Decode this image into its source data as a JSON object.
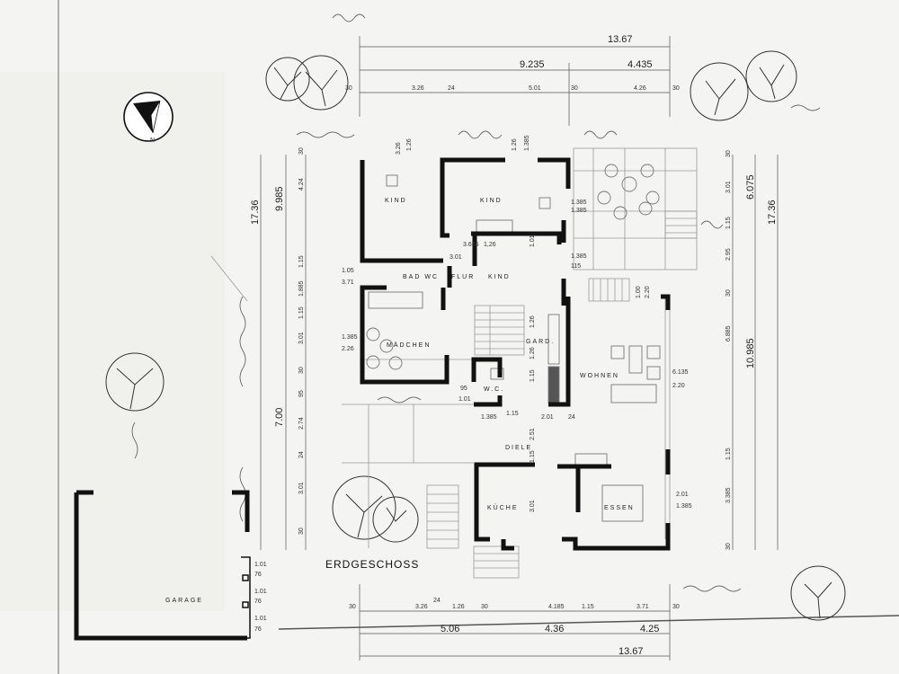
{
  "title": "ERDGESCHOSS",
  "north_label": "N",
  "rooms": {
    "kind_1": "KIND",
    "kind_2": "KIND",
    "kind_3": "KIND",
    "bad_wc": "BAD WC",
    "flur": "FLUR",
    "maedchen": "MÄDCHEN",
    "gard": "GARD.",
    "wohnen": "WOHNEN",
    "wc": "W.C.",
    "diele": "DIELE",
    "kueche": "KÜCHE",
    "essen": "ESSEN",
    "garage": "GARAGE"
  },
  "dims_top": {
    "total": "13.67",
    "left": "9.235",
    "right": "4.435",
    "segments": [
      "30",
      "3.26",
      "24",
      "5.01",
      "30",
      "4.26",
      "30"
    ]
  },
  "dims_bottom": {
    "segments": [
      "30",
      "3.26",
      "24",
      "1.26",
      "30",
      "4.185",
      "1.15",
      "3.71",
      "30"
    ],
    "mid": [
      "5.06",
      "4.36",
      "4.25"
    ],
    "total": "13.67"
  },
  "dims_left": {
    "total": "17.36",
    "upper": "9.985",
    "lower": "7.00",
    "segments": [
      "30",
      "4.24",
      "1.15",
      "1.885",
      "1.15",
      "3.01",
      "30",
      "95",
      "2.74",
      "24",
      "3.01",
      "30"
    ]
  },
  "dims_right": {
    "total": "17.36",
    "upper": "6.075",
    "lower": "10.985",
    "segments": [
      "30",
      "3.01",
      "1.15",
      "2.95",
      "30",
      "6.885",
      "1.15",
      "3.385",
      "30"
    ]
  },
  "dims_inner": [
    "3.26",
    "1.26",
    "1.26",
    "1.385",
    "1.385",
    "1.385",
    "1.385",
    "115",
    "3.635",
    "1,26",
    "3.01",
    "1.01",
    "1.05",
    "3.71",
    "1.385",
    "2.26",
    "1.26",
    "1.26",
    "1.15",
    "95",
    "1.01",
    "1.385",
    "1.15",
    "2.01",
    "24",
    "2.51",
    "1.15",
    "3.01",
    "6.135",
    "2.20",
    "2.01",
    "1.385",
    "1.00",
    "2.20"
  ],
  "garage_dims": [
    "1.01",
    "76",
    "1.01",
    "76",
    "1.01",
    "76"
  ]
}
